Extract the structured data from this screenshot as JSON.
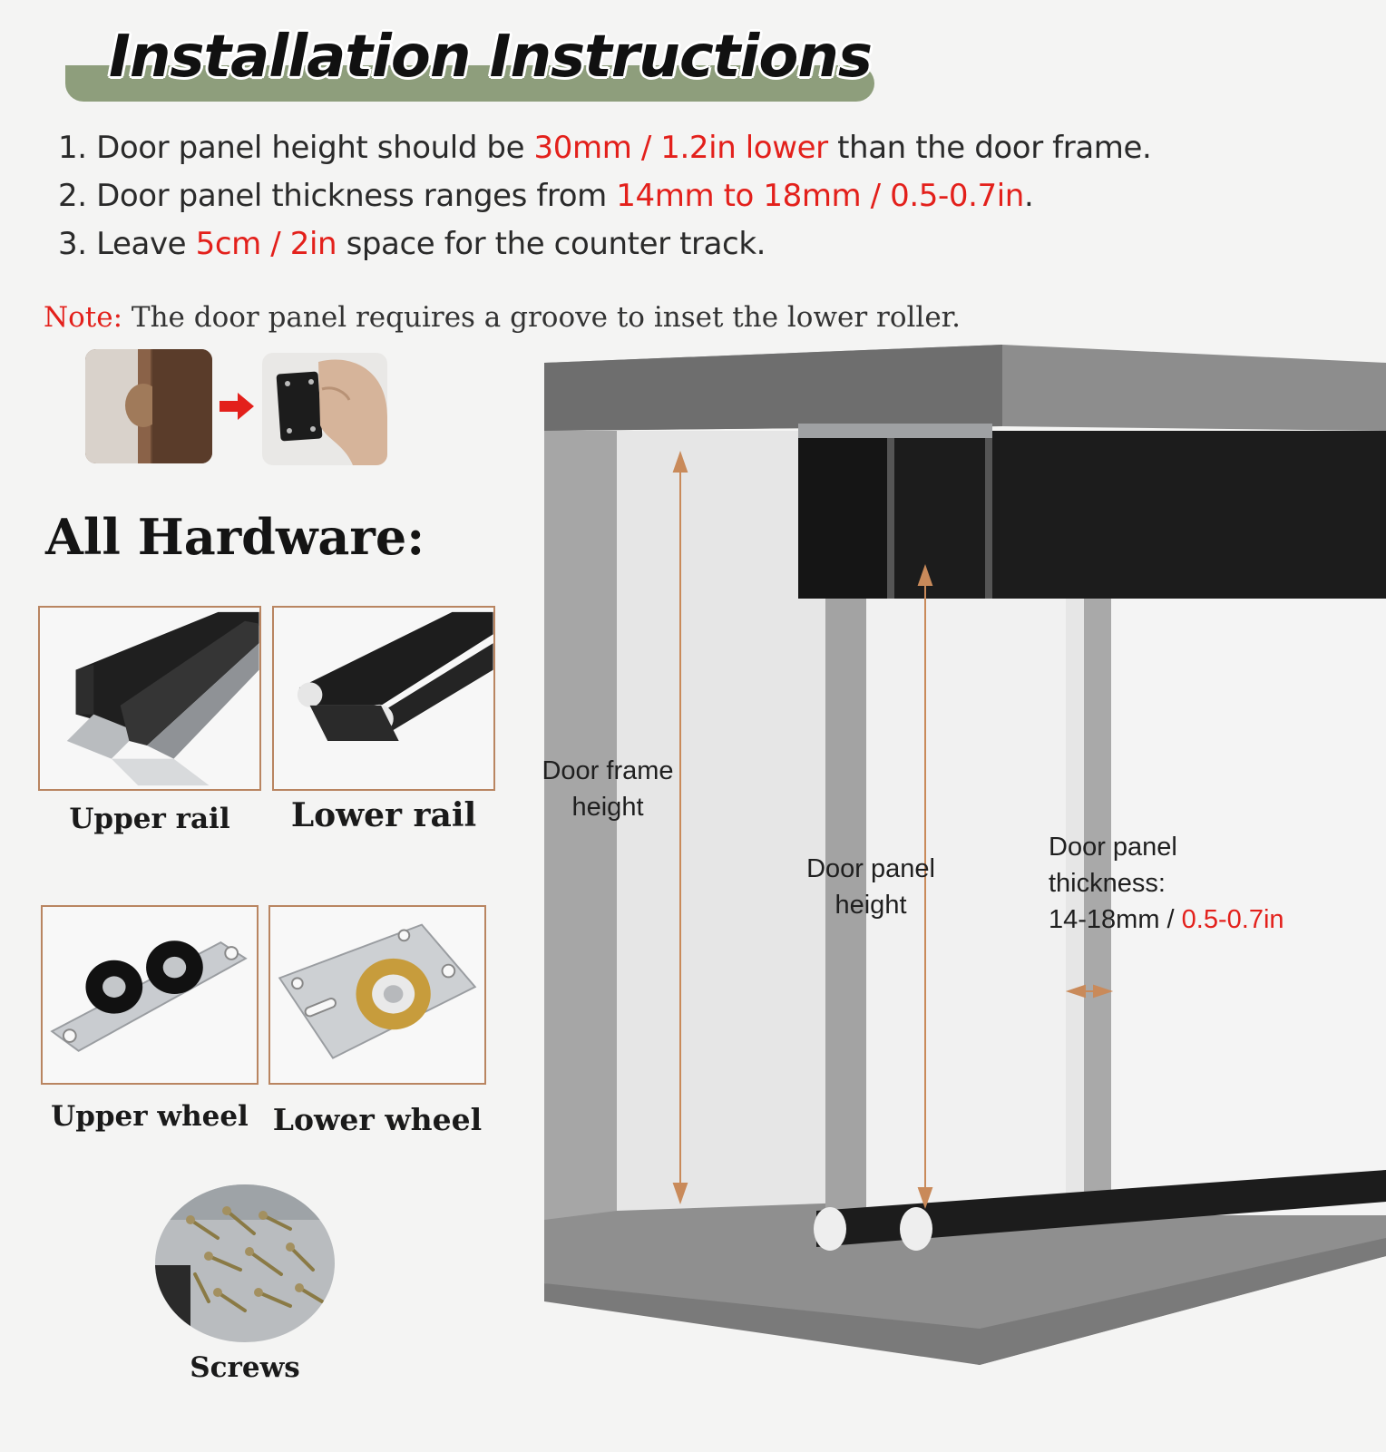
{
  "header": {
    "title": "Installation Instructions"
  },
  "steps": [
    {
      "num": "1.",
      "before": "Door panel height should be ",
      "highlight": "30mm / 1.2in lower",
      "after": " than the door frame."
    },
    {
      "num": "2.",
      "before": "Door panel thickness ranges from ",
      "highlight": "14mm to 18mm / 0.5-0.7in",
      "after": "."
    },
    {
      "num": "3.",
      "before": "Leave ",
      "highlight": "5cm / 2in",
      "after": " space for the counter track."
    }
  ],
  "note": {
    "label": "Note:",
    "text": " The door panel requires a groove to inset the lower roller."
  },
  "hardware": {
    "heading": "All Hardware:",
    "items": [
      {
        "label": "Upper rail"
      },
      {
        "label": "Lower rail"
      },
      {
        "label": "Upper wheel"
      },
      {
        "label": "Lower wheel"
      },
      {
        "label": "Screws"
      }
    ]
  },
  "diagram": {
    "frame_height_line1": "Door frame",
    "frame_height_line2": "height",
    "panel_height_line1": "Door panel",
    "panel_height_line2": "height",
    "thickness_line1": "Door panel",
    "thickness_line2": "thickness:",
    "thickness_mm": "14-18mm / ",
    "thickness_in": "0.5-0.7in"
  },
  "colors": {
    "accent_red": "#e3201b",
    "title_bar": "#8e9e7c",
    "card_border": "#b98561",
    "dimension_arrow": "#c98a5a"
  }
}
